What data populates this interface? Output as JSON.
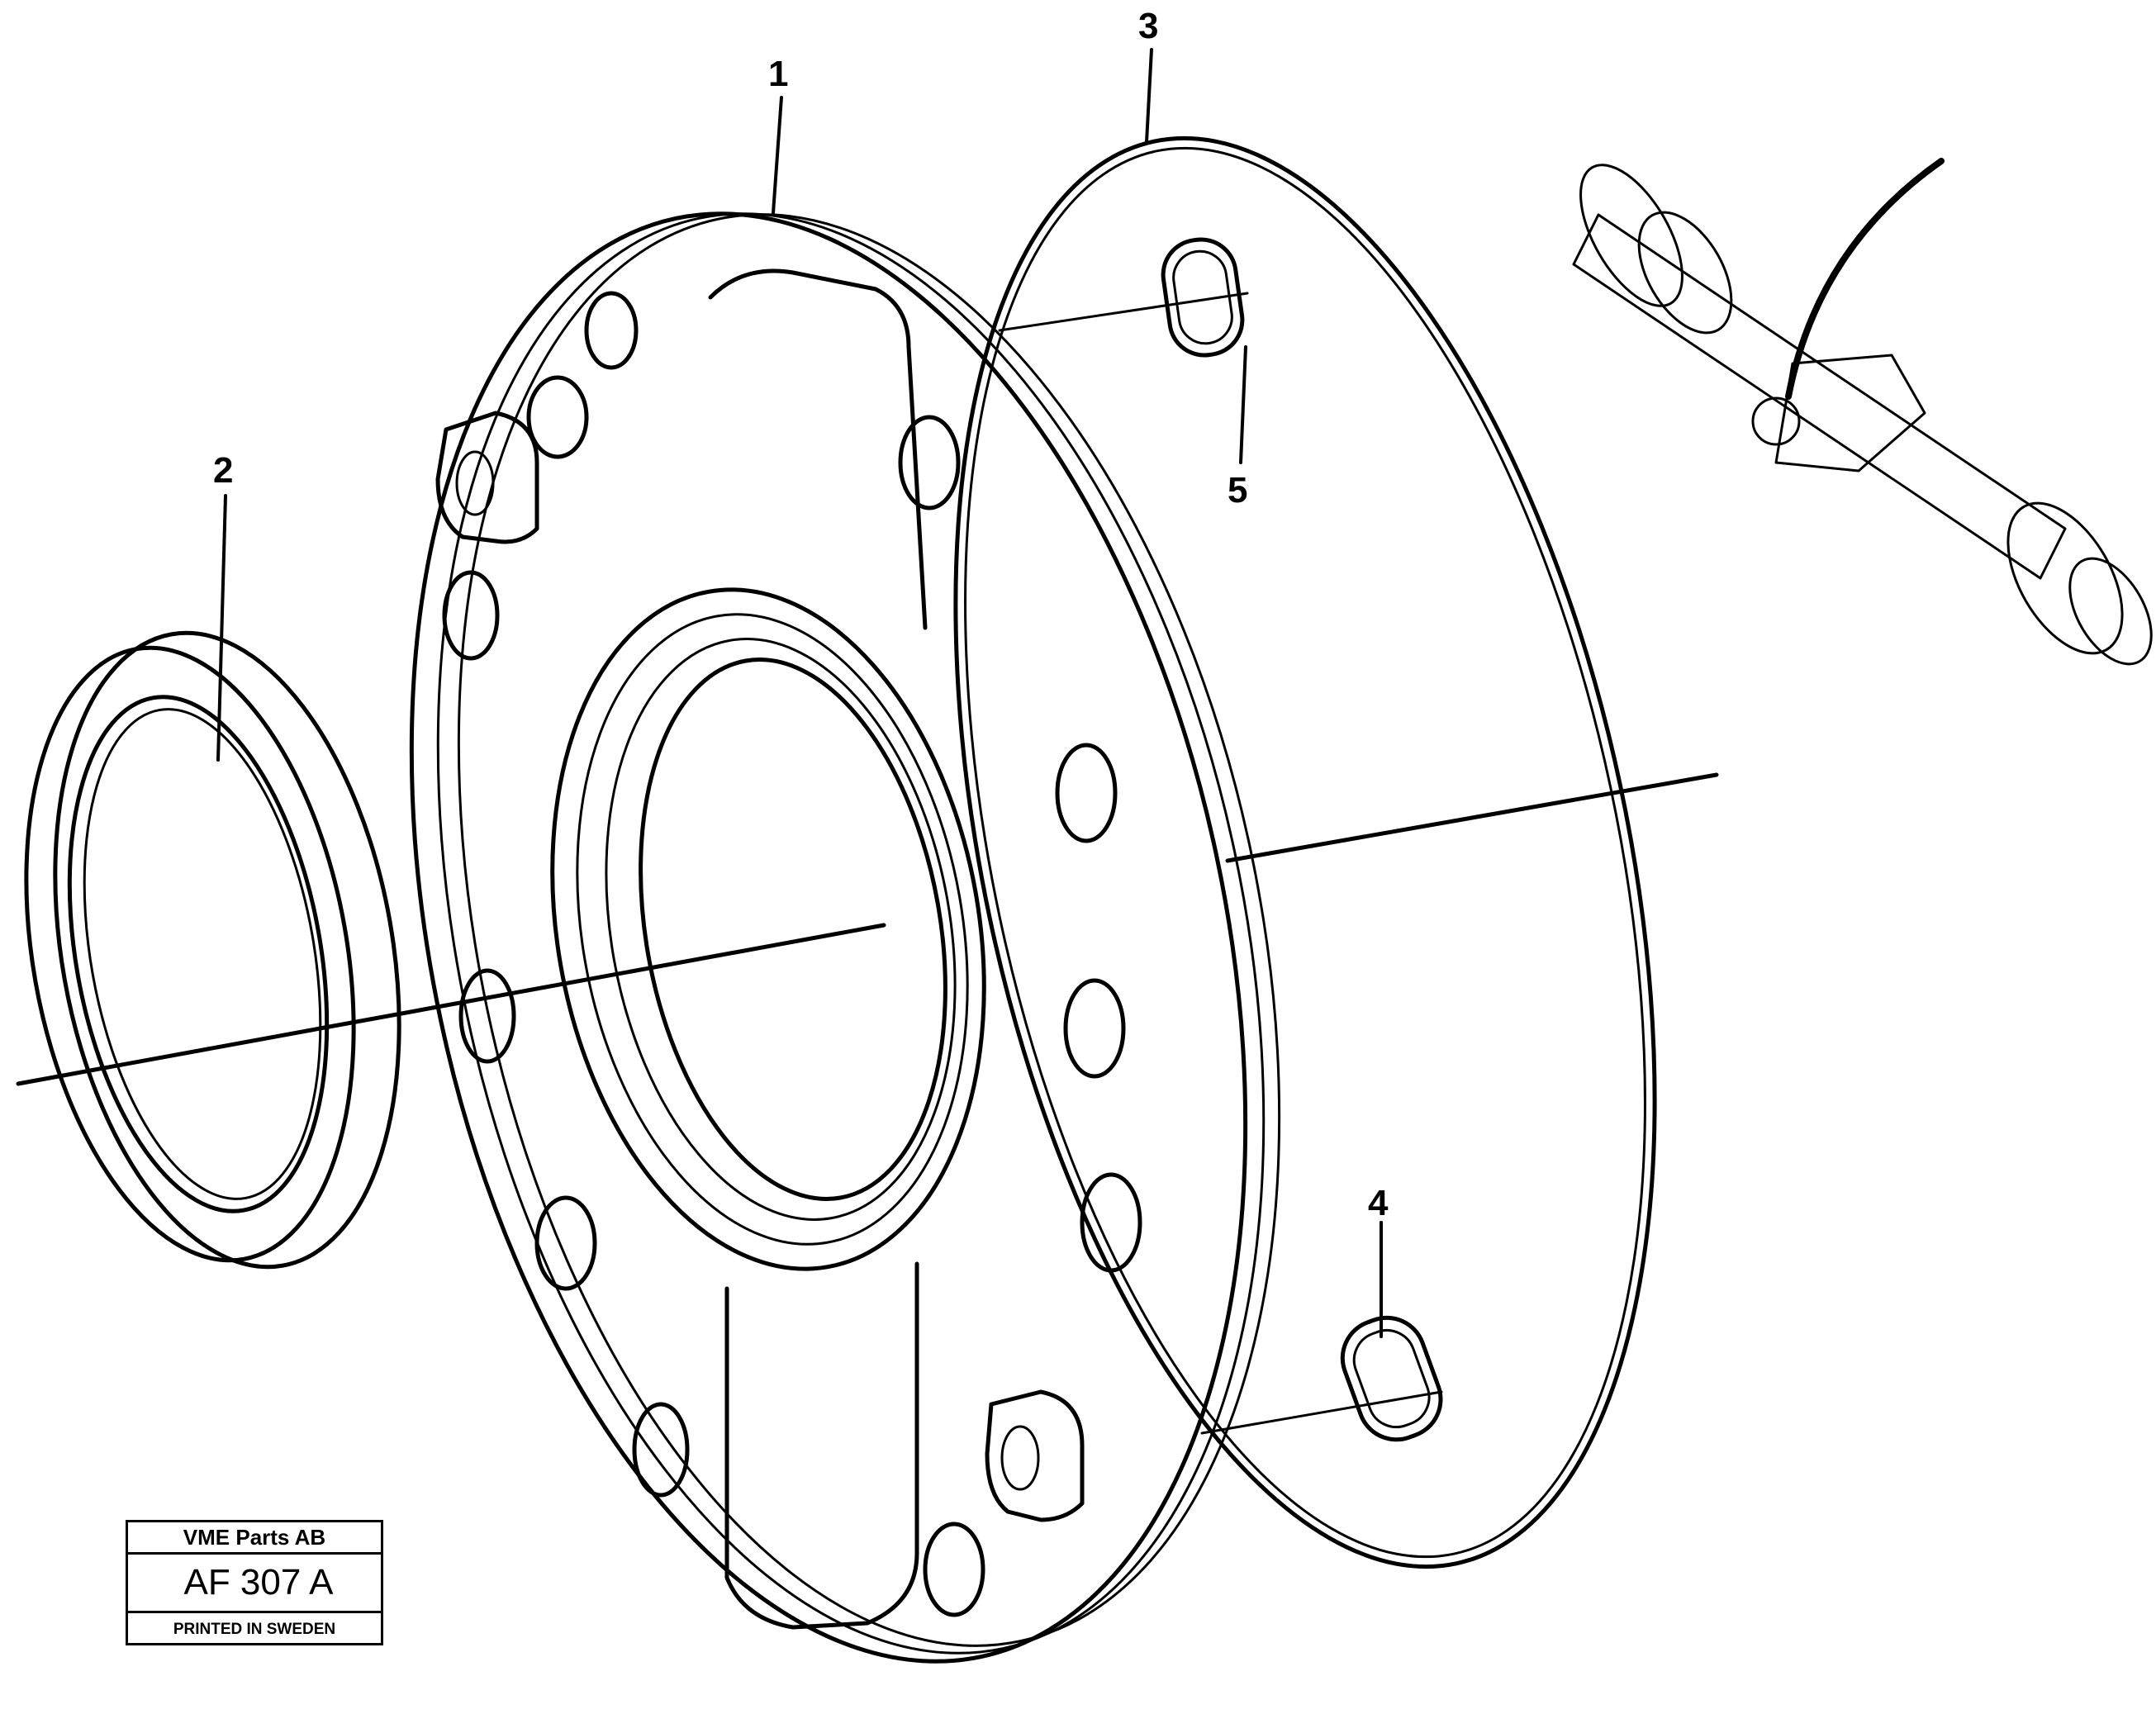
{
  "callouts": {
    "c1": "1",
    "c2": "2",
    "c3": "3",
    "c4": "4",
    "c5": "5"
  },
  "title_block": {
    "company": "VME Parts AB",
    "reference": "AF 307 A",
    "printed": "PRINTED IN SWEDEN"
  },
  "colors": {
    "line": "#000000",
    "background": "#ffffff"
  }
}
